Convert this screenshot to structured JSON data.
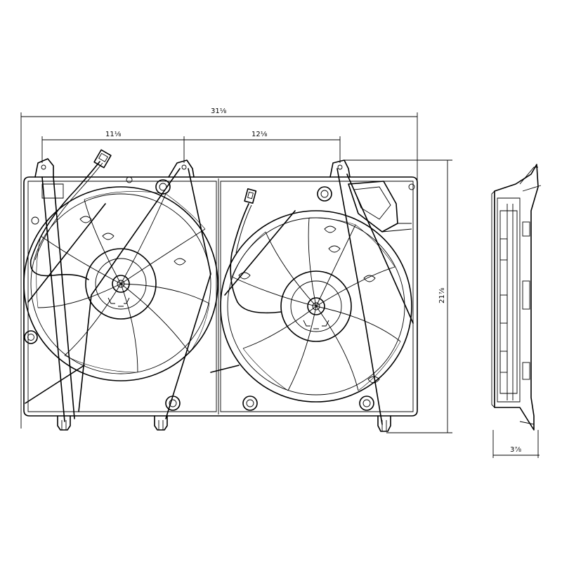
{
  "dimensions": {
    "overall_width": "31⅛",
    "left_fan_spacing": "11⅛",
    "right_fan_spacing": "12⅛",
    "height": "21⅞",
    "depth": "3⅞"
  },
  "colors": {
    "line": "#000000",
    "background": "#ffffff"
  }
}
